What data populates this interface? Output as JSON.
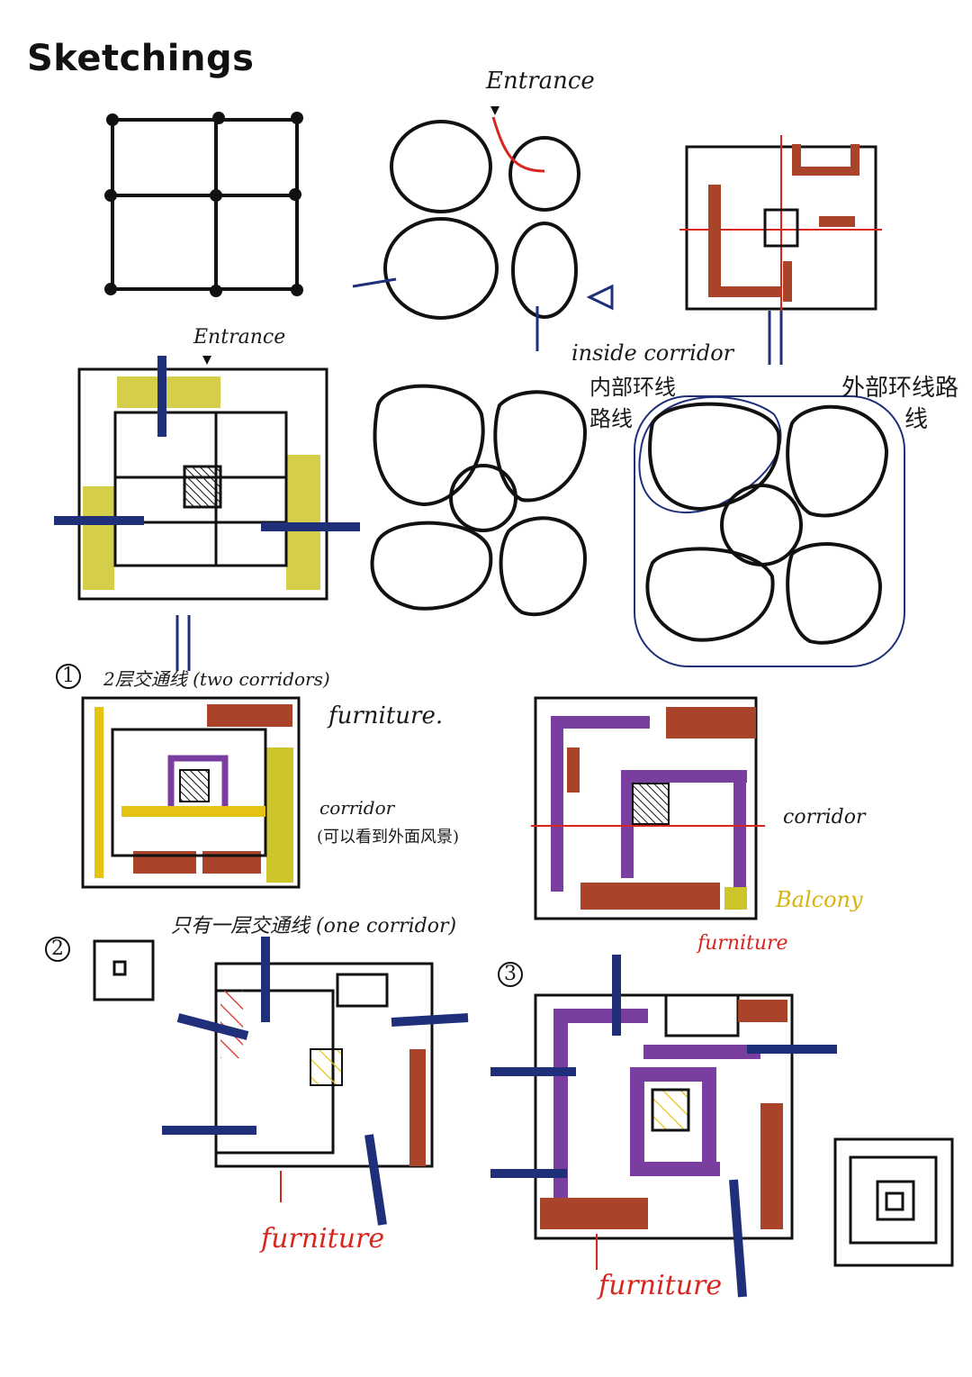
{
  "title": "Sketchings",
  "labels": {
    "entrance_top": "Entrance",
    "entrance_left": "Entrance",
    "inside_corridor": "inside corridor",
    "inner_loop_cn": "内部环线",
    "inner_loop_cn2": "路线",
    "outer_loop_cn": "外部环线路",
    "outer_loop_cn2": "线",
    "num1": "1",
    "two_corridors": "2层交通线 (two corridors)",
    "furniture_1": "furniture.",
    "corridor_1": "corridor",
    "view_cn": "(可以看到外面风景)",
    "corridor_2": "corridor",
    "balcony": "Balcony",
    "furniture_2": "furniture",
    "one_corridor": "只有一层交通线 (one corridor)",
    "num2": "2",
    "num3": "3",
    "furniture_3": "furniture",
    "furniture_4": "furniture"
  },
  "colors": {
    "red": "#d8261f",
    "blue": "#2f8fd0",
    "yellow": "#e5c312",
    "navy": "#1f2f7a",
    "purple": "#7a3ea0",
    "brown": "#a9442a",
    "olive": "#cdc52a",
    "black": "#111111"
  }
}
